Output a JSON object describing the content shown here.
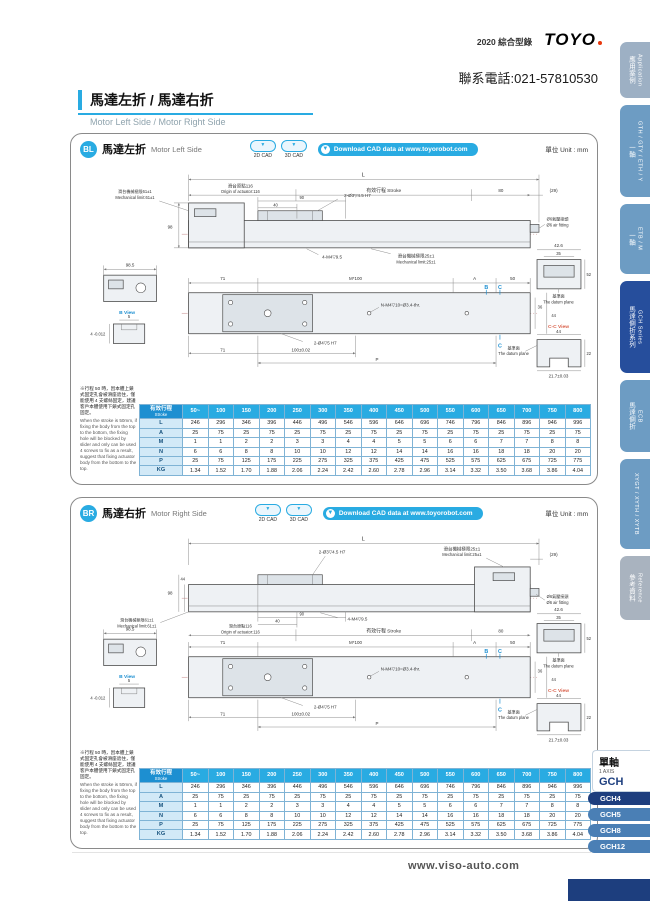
{
  "page": {
    "catalog_edition": "2020 綜合型錄",
    "brand": "TOYO",
    "contact": "聯系電話:021-57810530",
    "title": "馬達左折 / 馬達右折",
    "subtitle": "Motor Left Side / Motor Right Side",
    "unit": "單位 Unit : mm",
    "footer_url": "www.viso-auto.com"
  },
  "colors": {
    "accent_blue": "#29abe2",
    "table_header_blue": "#1d8fd1",
    "sidebar_blue": "#6d9cc3",
    "active_tab_navy": "#264e9c",
    "series_navy": "#1d3e7e",
    "cc_view_red": "#d9604a"
  },
  "panels": {
    "bl": {
      "badge": "BL",
      "title": "馬達左折",
      "subtitle": "Motor Left Side"
    },
    "br": {
      "badge": "BR",
      "title": "馬達右折",
      "subtitle": "Motor Right Side"
    }
  },
  "cad": {
    "cad2d": "2D CAD",
    "cad3d": "3D CAD",
    "download": "Download CAD data at www.toyorobot.com"
  },
  "note": {
    "cn": "※行程 50 時，因本體上鎖式固定孔會被滑座遮住，僅能使用 4 支螺絲固定，建議客戶本體使用下鎖式固定孔固定。",
    "en": "When the stroke is 50mm, if fixing the body from the top to the bottom, the fixing hole will be blocked by slider and only can be used 4 screws to fix as a result, suggest that fixing actuator body from the bottom to the top."
  },
  "dl": {
    "L": "L",
    "origin_cn": "滑台原點116",
    "origin_en": "Origin of actuator:116",
    "stroke": "有效行程 Stroke",
    "d80": "80",
    "d29": "(29)",
    "air_cn": "Ø6氣壓接頭",
    "air_en": "Ø6 air fitting",
    "d90": "90",
    "d40": "40",
    "hole1": "2-Ø3▽4.5 H7",
    "screws": "4-M4▽9.5",
    "mech25_cn": "滑台機械極限25±1",
    "mech25_en": "Mechanical limit:25±1",
    "mech61_cn": "滑台機械極限61±1",
    "mech61_en": "Mechanical limit:61±1",
    "d98": "98",
    "d44side": "44",
    "d985": "98.5",
    "d426": "42.6",
    "d35": "35",
    "d52": "52",
    "datum_cn": "基準面",
    "datum_en": "The datum plane",
    "d71": "71",
    "m100": "M*100",
    "A": "A",
    "d50": "50",
    "nm4": "N-M4▽10=Ø3.4-thr.",
    "bview": "B View",
    "ccview": "C-C View",
    "d36": "36",
    "d44": "44",
    "hole2": "2-Ø4▽5 H7",
    "d100": "100±0.02",
    "P": "P",
    "d217": "21.7±0.03",
    "d22": "22",
    "d4tol": "4 -0.012",
    "d5": "5",
    "B": "B",
    "C": "C"
  },
  "spec_table": {
    "corner_cn": "有效行程",
    "corner_en": "Stroke",
    "strokes": [
      "50~",
      "100",
      "150",
      "200",
      "250",
      "300",
      "350",
      "400",
      "450",
      "500",
      "550",
      "600",
      "650",
      "700",
      "750",
      "800"
    ],
    "rows": [
      {
        "label": "L",
        "values": [
          "246",
          "296",
          "346",
          "396",
          "446",
          "496",
          "546",
          "596",
          "646",
          "696",
          "746",
          "796",
          "846",
          "896",
          "946",
          "996"
        ]
      },
      {
        "label": "A",
        "values": [
          "25",
          "75",
          "25",
          "75",
          "25",
          "75",
          "25",
          "75",
          "25",
          "75",
          "25",
          "75",
          "25",
          "75",
          "25",
          "75"
        ]
      },
      {
        "label": "M",
        "values": [
          "1",
          "1",
          "2",
          "2",
          "3",
          "3",
          "4",
          "4",
          "5",
          "5",
          "6",
          "6",
          "7",
          "7",
          "8",
          "8"
        ]
      },
      {
        "label": "N",
        "values": [
          "6",
          "6",
          "8",
          "8",
          "10",
          "10",
          "12",
          "12",
          "14",
          "14",
          "16",
          "16",
          "18",
          "18",
          "20",
          "20"
        ]
      },
      {
        "label": "P",
        "values": [
          "25",
          "75",
          "125",
          "175",
          "225",
          "275",
          "325",
          "375",
          "425",
          "475",
          "525",
          "575",
          "625",
          "675",
          "725",
          "775"
        ]
      },
      {
        "label": "KG",
        "values": [
          "1.34",
          "1.52",
          "1.70",
          "1.88",
          "2.06",
          "2.24",
          "2.42",
          "2.60",
          "2.78",
          "2.96",
          "3.14",
          "3.32",
          "3.50",
          "3.68",
          "3.86",
          "4.04"
        ]
      }
    ]
  },
  "sidebar": {
    "items": [
      {
        "cn": "應用案例",
        "en": "Application"
      },
      {
        "cn": "一軸",
        "en": "GTH / GTY / ETH / Y"
      },
      {
        "cn": "一軸",
        "en": "ETB / M"
      },
      {
        "cn": "馬達側折系列",
        "en": "GCH Series"
      },
      {
        "cn": "馬達側折",
        "en": "ECB"
      },
      {
        "cn": "",
        "en": "XYGT / XYTH / XYTB"
      },
      {
        "cn": "參考資料",
        "en": "Reference"
      }
    ]
  },
  "series": {
    "group_cn": "單軸",
    "group_en": "1 AXIS",
    "group_code": "GCH",
    "tabs": [
      "GCH4",
      "GCH5",
      "GCH8",
      "GCH12"
    ]
  }
}
